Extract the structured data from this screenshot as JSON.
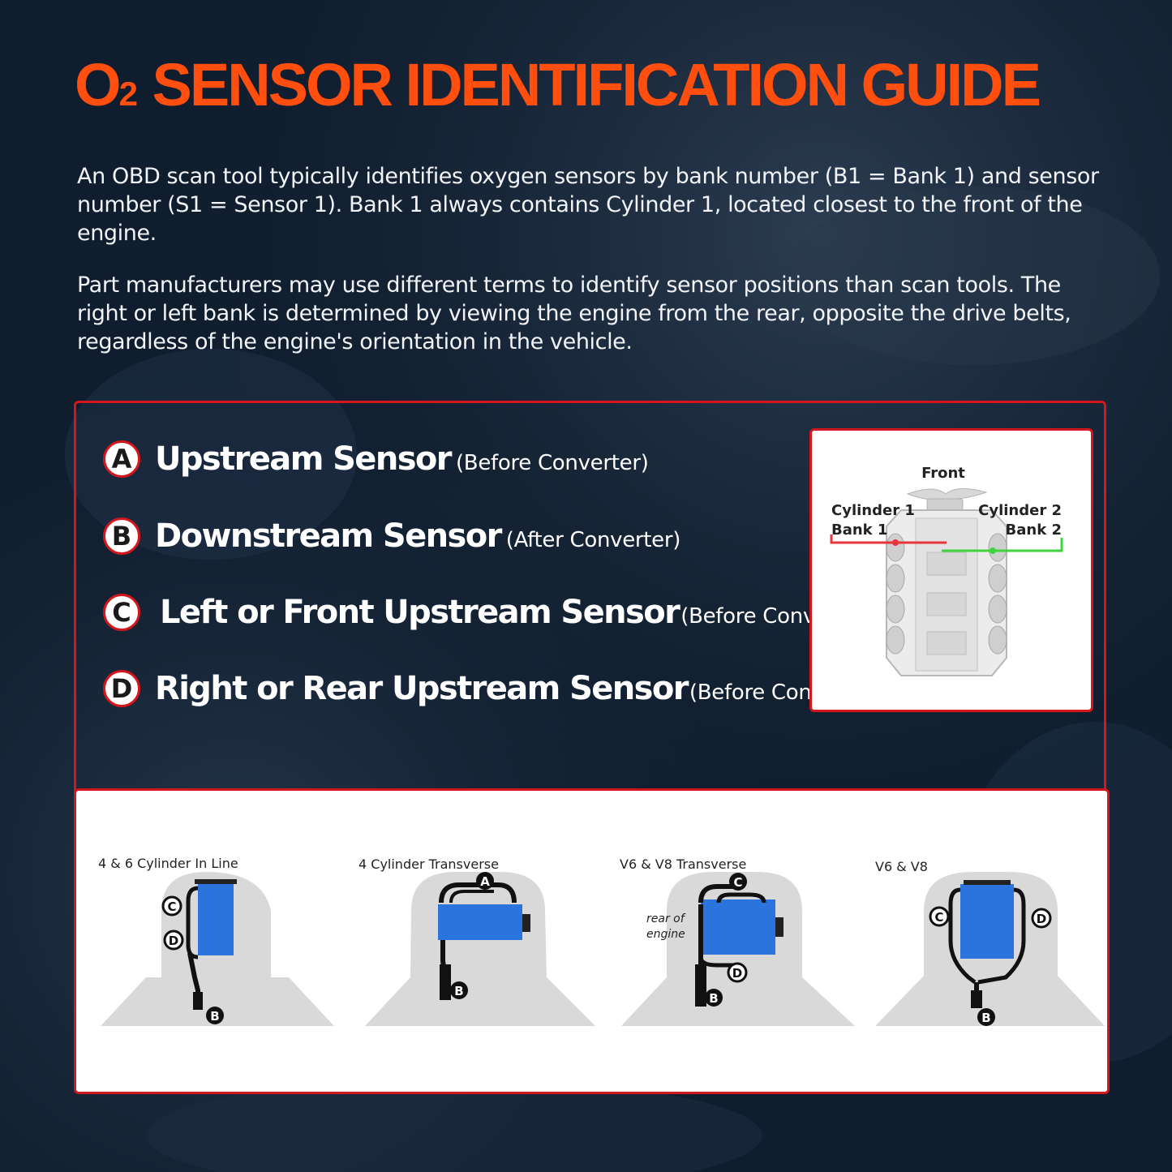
{
  "title": {
    "o": "O",
    "subscript": "2",
    "rest": " SENSOR IDENTIFICATION GUIDE"
  },
  "intro": [
    "An OBD scan tool typically identifies oxygen sensors by bank number (B1 = Bank 1) and sensor number (S1 = Sensor 1). Bank 1 always contains Cylinder 1, located closest to the front of the engine.",
    "Part manufacturers may use different terms to identify sensor positions than scan tools. The right or left bank is determined by viewing the engine from the rear, opposite the drive belts, regardless of the engine's orientation in the vehicle."
  ],
  "sensors": [
    {
      "letter": "A",
      "name": "Upstream Sensor",
      "note": "(Before Converter)"
    },
    {
      "letter": "B",
      "name": "Downstream Sensor",
      "note": "(After Converter)"
    },
    {
      "letter": "C",
      "name": "Left or Front Upstream Sensor",
      "note": "(Before Converter)"
    },
    {
      "letter": "D",
      "name": "Right or Rear Upstream Sensor",
      "note": "(Before Converter)"
    }
  ],
  "engine_diagram": {
    "front": "Front",
    "left_cylinder": "Cylinder 1",
    "left_bank": "Bank 1",
    "right_cylinder": "Cylinder 2",
    "right_bank": "Bank 2",
    "left_color": "#e8343a",
    "right_color": "#3ed43e"
  },
  "layouts": [
    {
      "label": "4 & 6 Cylinder In Line",
      "markers": [
        "C",
        "D",
        "B"
      ]
    },
    {
      "label": "4 Cylinder Transverse",
      "markers": [
        "A",
        "B"
      ]
    },
    {
      "label": "V6 & V8 Transverse",
      "markers": [
        "C",
        "D",
        "B"
      ],
      "note_line1": "rear of",
      "note_line2": "engine"
    },
    {
      "label": "V6 & V8",
      "markers": [
        "C",
        "D",
        "B"
      ]
    }
  ],
  "colors": {
    "accent": "#ff4e0e",
    "border": "#d4161d",
    "engine_blue": "#2b74dd"
  }
}
